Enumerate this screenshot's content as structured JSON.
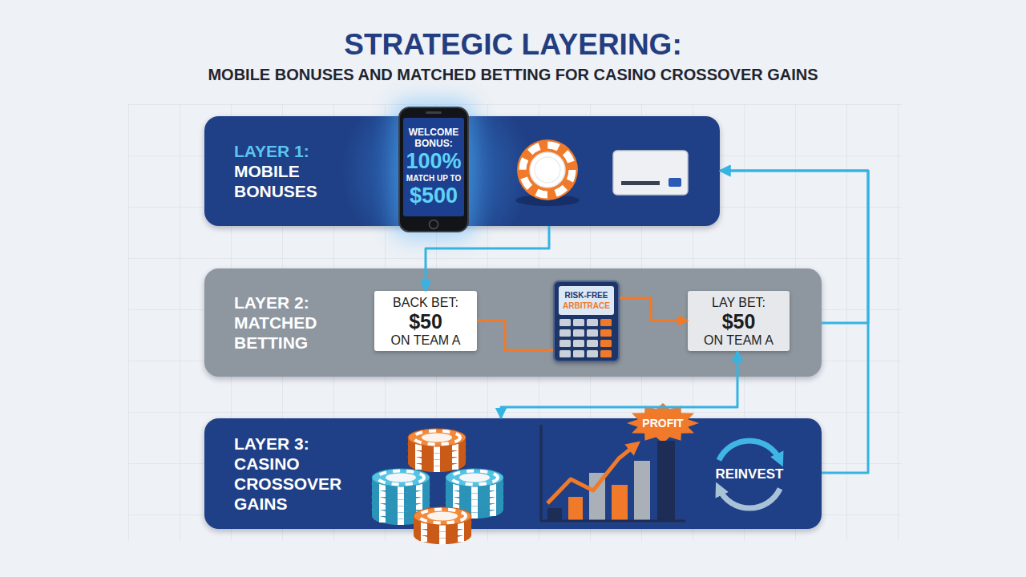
{
  "diagram": {
    "title": "STRATEGIC LAYERING:",
    "nodes": [
      {
        "text": [
          "LAYER 1:",
          "MOBILE BONUSES"
        ]
      },
      {
        "text": [
          "WELCOME BONUS:",
          "100%",
          "MATCH UP TO",
          "$500"
        ],
        "in": 0
      },
      {
        "text": [
          "LAYER 2:",
          "MATCHED BETTING"
        ]
      },
      {
        "text": [
          "BACK BET:",
          "$50",
          "ON TEAM A"
        ],
        "in": 2
      },
      {
        "text": [
          "RISK-FREE",
          "ARBITRACE"
        ],
        "in": 2
      },
      {
        "text": [
          "LAY BET:",
          "$50",
          "ON TEAM A"
        ],
        "in": 2
      },
      {
        "text": [
          "LAYER 3:",
          "CASINO CROSSOVER GAINS"
        ]
      },
      {
        "text": [
          "PROFIT"
        ],
        "in": 6
      }
    ],
    "edges": [
      {
        "from": 0,
        "to": 3,
        "arrow": "to"
      },
      {
        "from": 3,
        "to": 4,
        "arrow": "none"
      },
      {
        "from": 4,
        "to": 5,
        "arrow": "to"
      },
      {
        "from": 5,
        "to": 6,
        "arrow": "both"
      },
      {
        "from": 2,
        "to": 0,
        "arrow": "to"
      },
      {
        "from": 6,
        "to": 0,
        "arrow": "to"
      }
    ],
    "labels": [
      "MOBILE BONUSES AND MATCHED BETTING FOR CASINO CROSSOVER GAINS",
      "REINVEST"
    ]
  }
}
